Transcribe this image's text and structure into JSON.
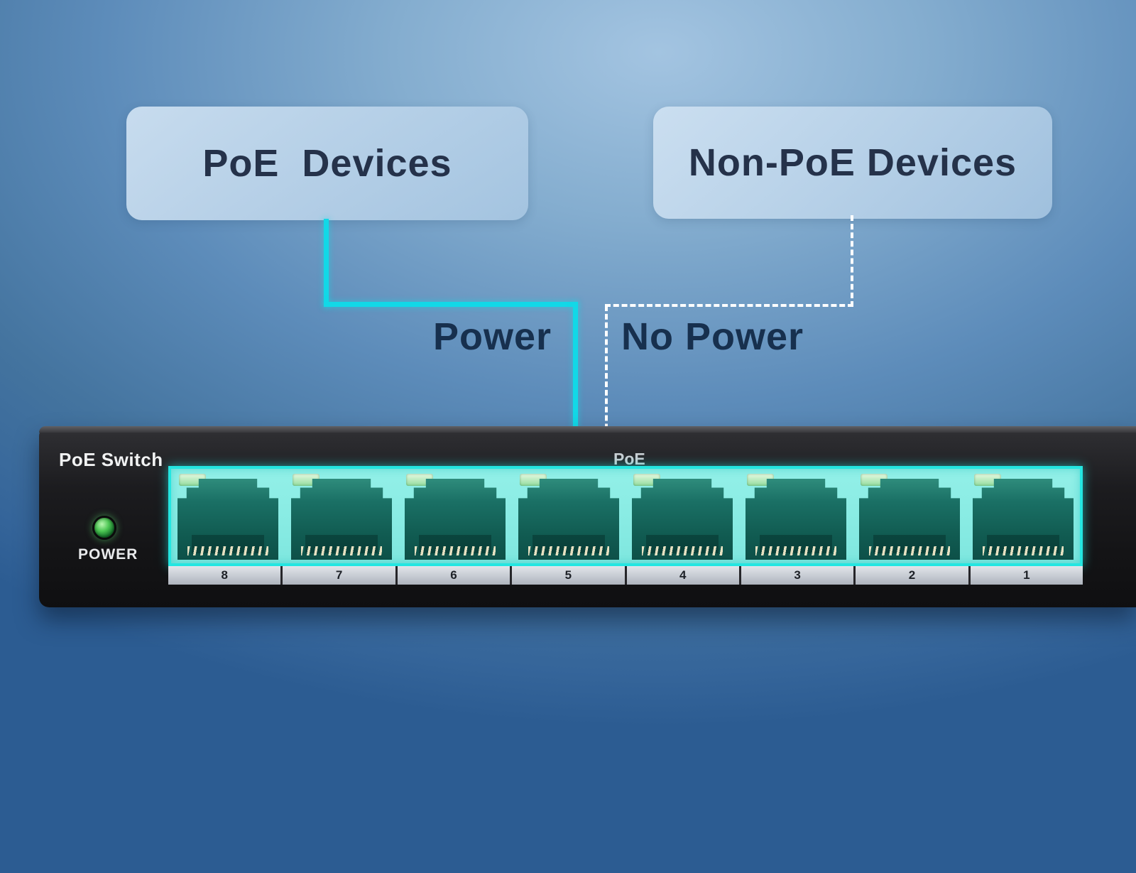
{
  "diagram": {
    "poe_box_label": "PoE  Devices",
    "non_poe_box_label": "Non-PoE Devices",
    "power_label": "Power",
    "no_power_label": "No Power"
  },
  "switch": {
    "title": "PoE Switch",
    "power_led_label": "POWER",
    "poe_zone_label": "PoE",
    "port_numbers": [
      "8",
      "7",
      "6",
      "5",
      "4",
      "3",
      "2",
      "1"
    ]
  },
  "colors": {
    "power_line": "#12d8e7",
    "no_power_line": "#ffffff",
    "port_highlight": "#24e6e1",
    "power_led_green": "#4cc653"
  }
}
